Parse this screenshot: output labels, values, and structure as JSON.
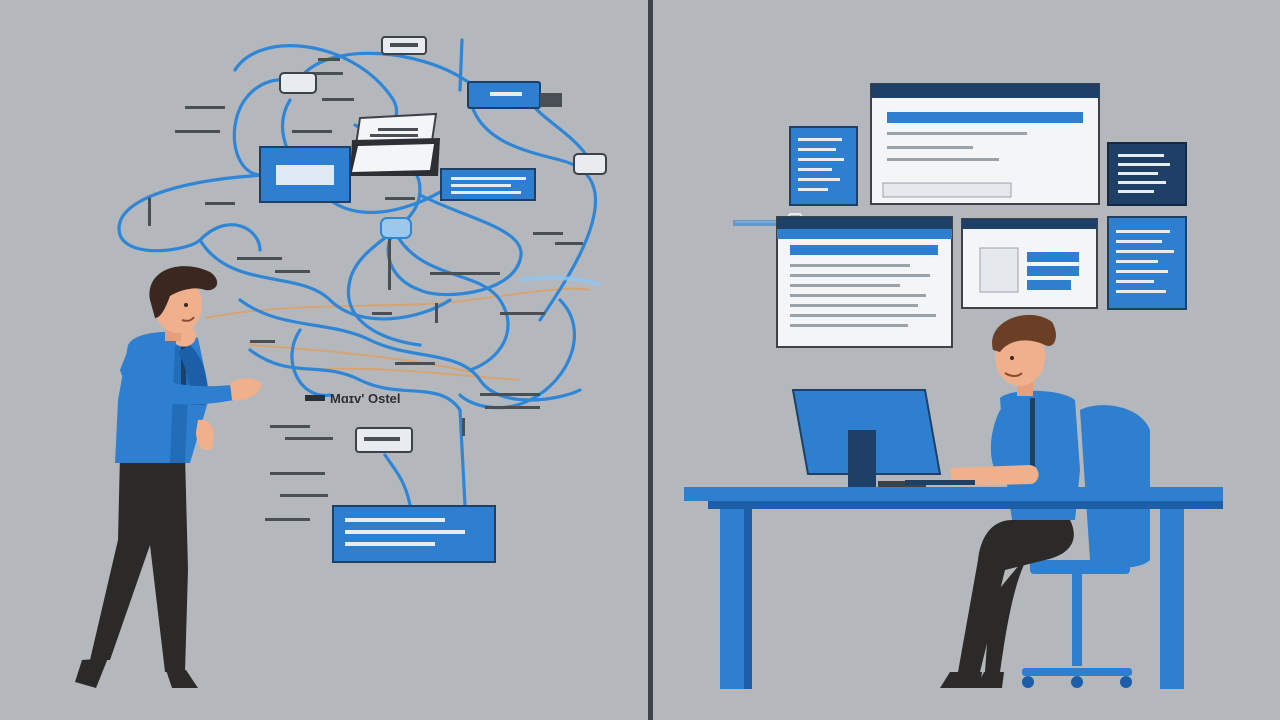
{
  "left_panel": {
    "label": "Mɑɪv' Ostel"
  },
  "palette": {
    "background": "#b4b8bc",
    "divider": "#3c4248",
    "primary_blue": "#2e7fd0",
    "dark_blue": "#1c5fa8",
    "navy": "#1e3f66",
    "wire": "#2f86d6",
    "skin": "#f1b08c",
    "hair": "#3a2820",
    "trousers": "#2c2a28"
  },
  "icons": {
    "left_person": "confused-person",
    "right_person": "seated-developer",
    "desk": "office-desk",
    "monitor": "desktop-monitor",
    "chair": "office-chair"
  }
}
